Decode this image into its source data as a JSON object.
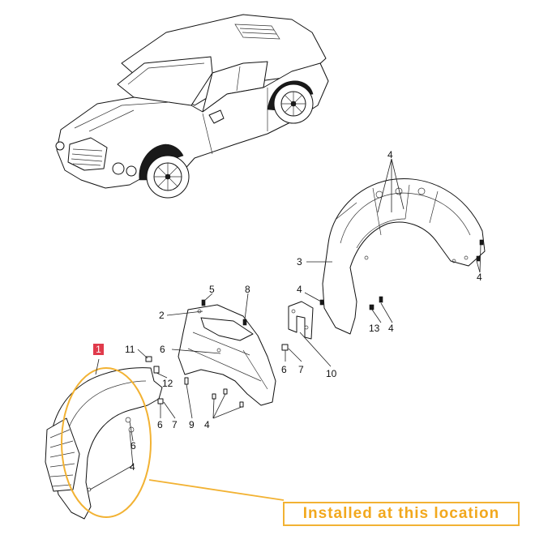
{
  "callouts": {
    "c1": "1",
    "c2": "2",
    "c3": "3",
    "c4a": "4",
    "c4b": "4",
    "c4c": "4",
    "c4d": "4",
    "c4e": "4",
    "c4f": "4",
    "c5": "5",
    "c6a": "6",
    "c6b": "6",
    "c6c": "6",
    "c6d": "6",
    "c7a": "7",
    "c7b": "7",
    "c8": "8",
    "c9": "9",
    "c10": "10",
    "c11": "11",
    "c12": "12",
    "c13": "13"
  },
  "highlight": {
    "caption": "Installed at this location",
    "color": "#f2b233",
    "part_marker_color": "#e03a4b"
  }
}
